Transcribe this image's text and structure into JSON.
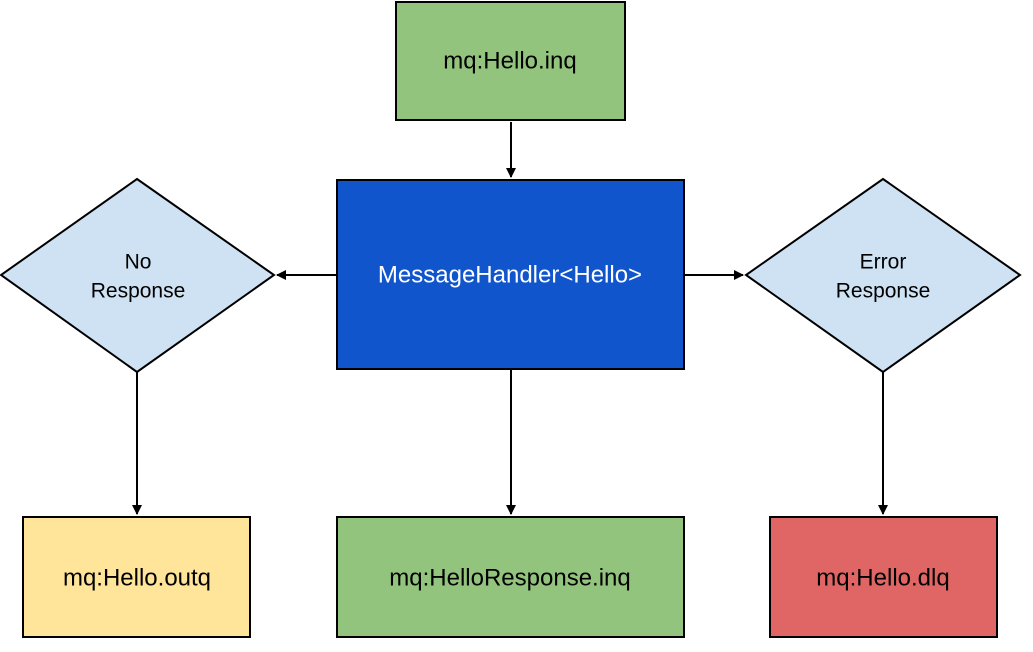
{
  "nodes": {
    "input_queue": {
      "label": "mq:Hello.inq",
      "fill": "#93c47d"
    },
    "handler": {
      "label": "MessageHandler<Hello>",
      "fill": "#1155cc",
      "text_color": "#ffffff"
    },
    "no_response": {
      "line1": "No",
      "line2": "Response",
      "fill": "#cfe2f3"
    },
    "error_response": {
      "line1": "Error",
      "line2": "Response",
      "fill": "#cfe2f3"
    },
    "out_queue": {
      "label": "mq:Hello.outq",
      "fill": "#ffe599"
    },
    "response_queue": {
      "label": "mq:HelloResponse.inq",
      "fill": "#93c47d"
    },
    "dead_letter_queue": {
      "label": "mq:Hello.dlq",
      "fill": "#e06666"
    }
  },
  "colors": {
    "stroke": "#000000",
    "text": "#000000"
  }
}
